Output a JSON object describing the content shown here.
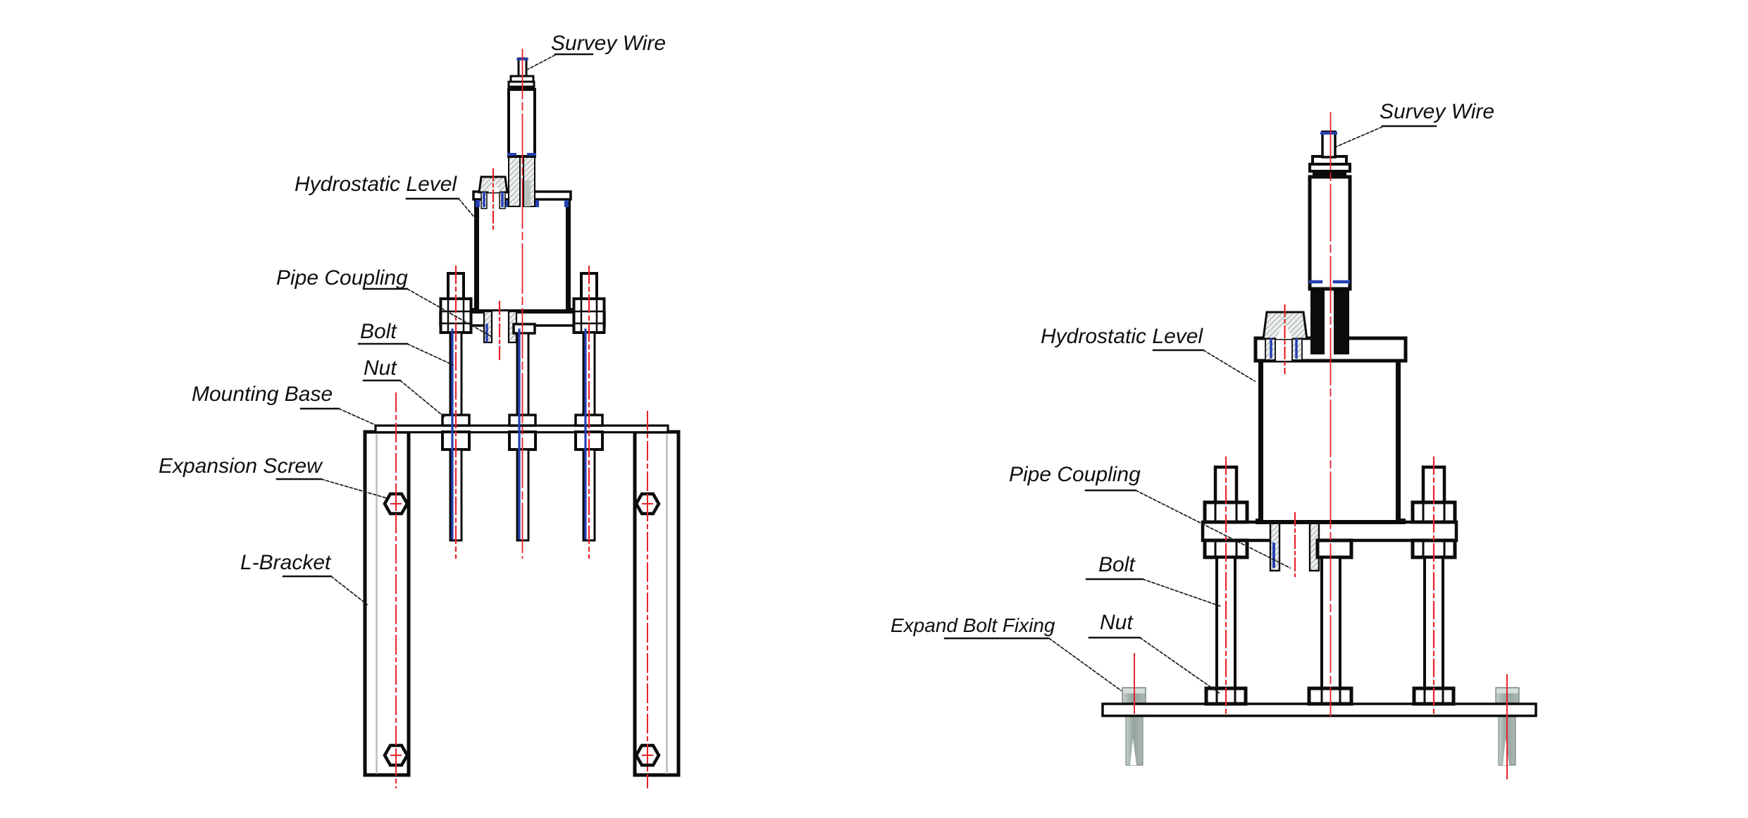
{
  "colors": {
    "line_black": "#0b0b0b",
    "centerline_red": "#e8232a",
    "accent_blue": "#2440b3",
    "hatch_gray": "#8e9996",
    "anchor_gray": "#93a39c",
    "bracket_inner_gray": "#b8c1bd",
    "background": "#ffffff"
  },
  "left_diagram": {
    "labels": {
      "survey_wire": "Survey Wire",
      "hydrostatic_level": "Hydrostatic Level",
      "pipe_coupling": "Pipe Coupling",
      "bolt": "Bolt",
      "nut": "Nut",
      "mounting_base": "Mounting Base",
      "expansion_screw": "Expansion Screw",
      "l_bracket": "L-Bracket"
    }
  },
  "right_diagram": {
    "labels": {
      "survey_wire": "Survey Wire",
      "hydrostatic_level": "Hydrostatic Level",
      "pipe_coupling": "Pipe Coupling",
      "bolt": "Bolt",
      "nut": "Nut",
      "expand_bolt_fixing": "Expand Bolt Fixing"
    }
  }
}
